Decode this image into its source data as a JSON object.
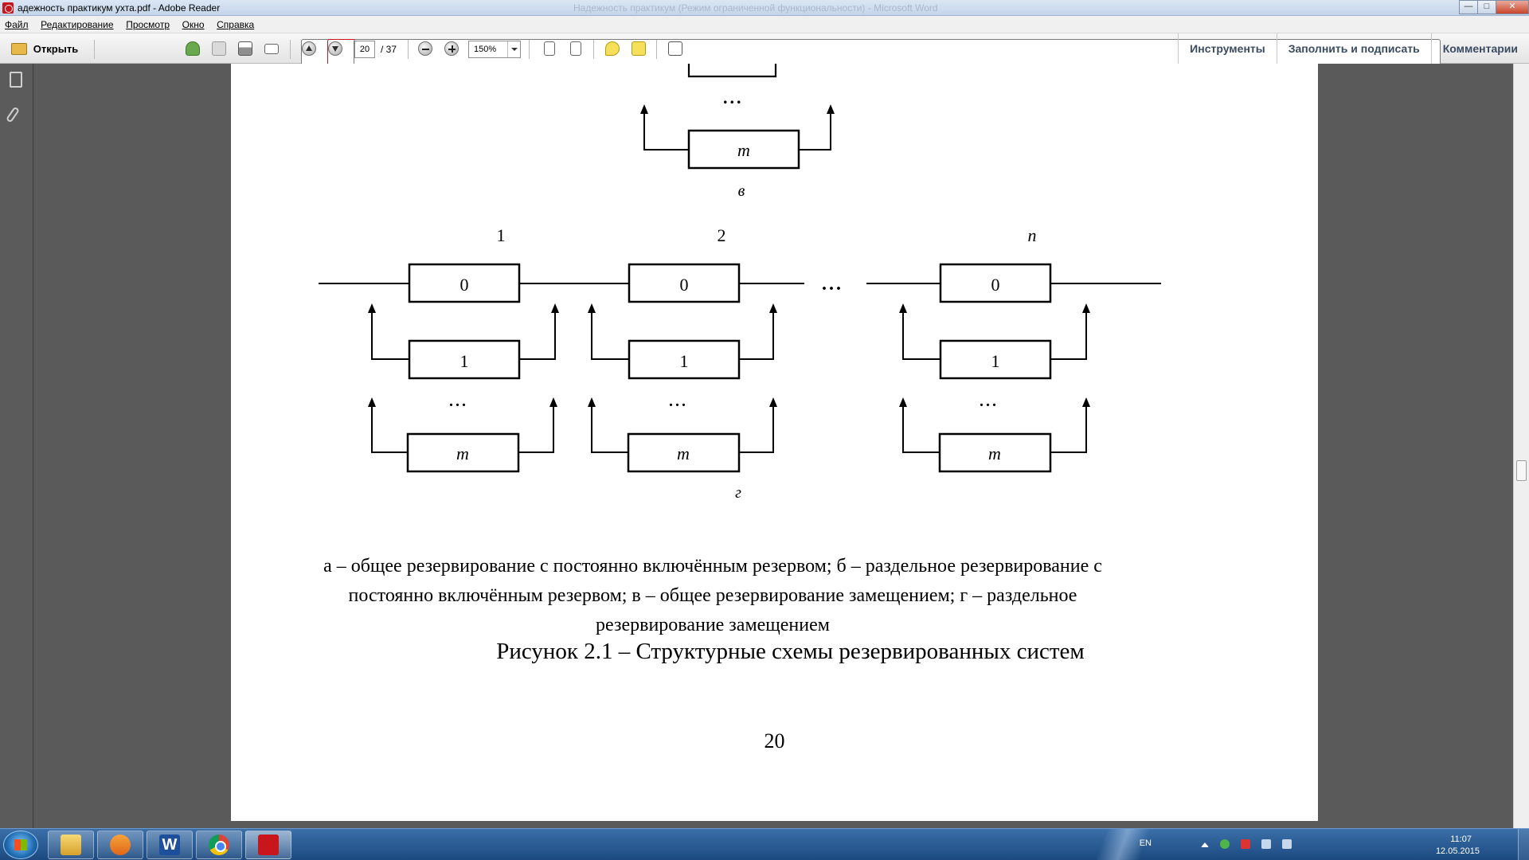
{
  "window": {
    "title": "адежность практикум ухта.pdf - Adobe Reader",
    "background_title": "Надежность практикум (Режим ограниченной функциональности) - Microsoft Word",
    "controls": {
      "minimize": "—",
      "maximize": "□",
      "close": "✕"
    }
  },
  "menu": [
    "Файл",
    "Редактирование",
    "Просмотр",
    "Окно",
    "Справка"
  ],
  "toolbar": {
    "open_label": "Открыть",
    "current_page": "20",
    "total_pages": "/ 37",
    "zoom": "150%",
    "right_tabs": [
      "Инструменты",
      "Заполнить и подписать",
      "Комментарии"
    ]
  },
  "document": {
    "diagram_v": {
      "dots": "...",
      "block_label": "m",
      "caption": "в"
    },
    "diagram_g": {
      "section_labels": [
        "1",
        "2",
        "n"
      ],
      "block_labels": [
        "0",
        "1",
        "m"
      ],
      "dots": "...",
      "caption": "г"
    },
    "caption_lines": [
      "а – общее резервирование с постоянно включённым резервом; б – раздельное резервирование с",
      "постоянно включённым резервом; в – общее резервирование замещением; г – раздельное",
      "резервирование замещением"
    ],
    "figure_title": "Рисунок 2.1 – Структурные схемы резервированных систем",
    "page_number": "20"
  },
  "taskbar": {
    "apps": [
      "explorer-icon",
      "media-player-icon",
      "word-icon",
      "chrome-icon",
      "acrobat-icon"
    ],
    "word_glyph": "W",
    "language": "EN",
    "time": "11:07",
    "date": "12.05.2015"
  }
}
